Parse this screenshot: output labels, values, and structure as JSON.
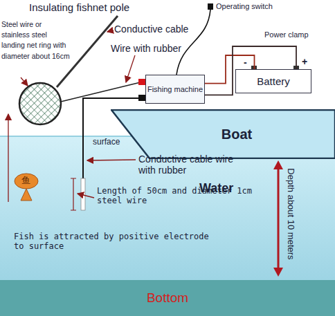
{
  "diagram": {
    "nodes": [
      {
        "text": [
          "Fishing machine"
        ]
      },
      {
        "text": [
          "Battery"
        ]
      },
      {
        "text": [
          "Boat"
        ]
      },
      {
        "text": [
          "Bottom"
        ]
      }
    ],
    "edges": [
      {
        "from": 0,
        "to": 1,
        "arrow": "none",
        "label": "Power clamp"
      },
      {
        "from": 0,
        "to": 1,
        "arrow": "none"
      }
    ],
    "labels": [
      "Insulating fishnet pole",
      "Operating switch",
      "Steel wire or stainless steel landing net ring with diameter about 16cm",
      "Conductive cable",
      "Wire with rubber",
      "-",
      "+",
      "surface",
      "Conductive cable wire with rubber",
      "Water",
      "Depth about 10 meters",
      "Length of 50cm and diameter 1cm steel wire",
      "Fish is attracted by positive electrode to surface",
      "鱼"
    ]
  }
}
